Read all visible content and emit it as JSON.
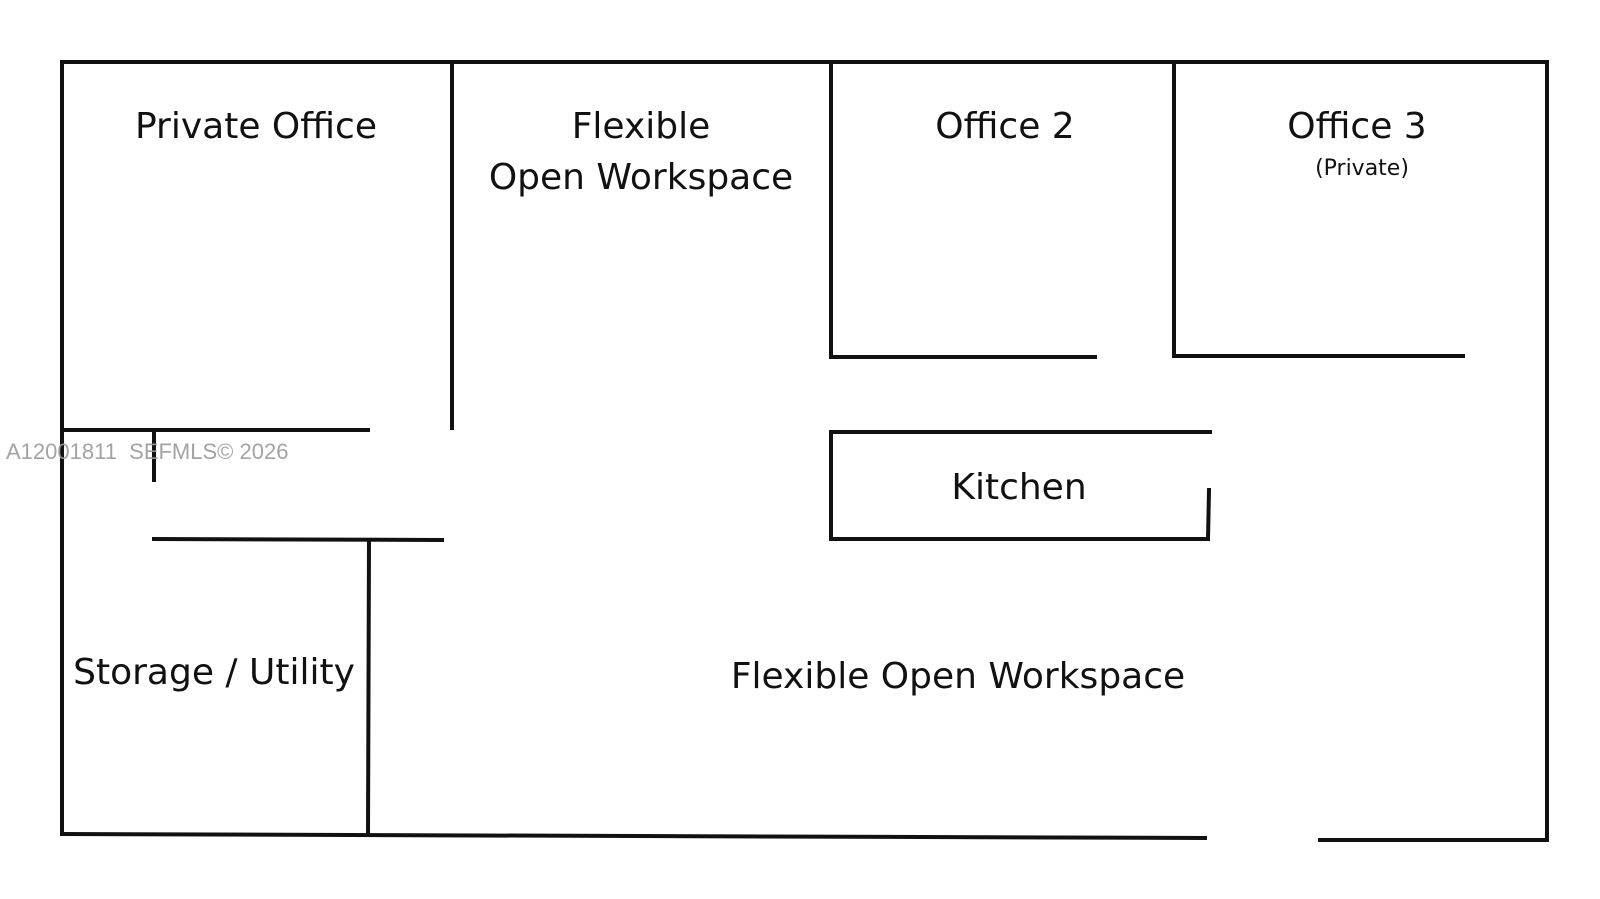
{
  "floorplan": {
    "rooms": [
      {
        "name": "Private Office"
      },
      {
        "name": "Flexible",
        "name_line2": "Open Workspace"
      },
      {
        "name": "Office 2"
      },
      {
        "name": "Office 3",
        "note": "(Private)"
      },
      {
        "name": "Kitchen"
      },
      {
        "name": "Storage / Utility"
      },
      {
        "name": "Flexible Open Workspace"
      }
    ],
    "watermark": "A12001811  SEFMLS© 2026"
  },
  "colors": {
    "wall": "#111111",
    "label": "#111111",
    "watermark": "#9a9a9a",
    "background": "#ffffff"
  }
}
